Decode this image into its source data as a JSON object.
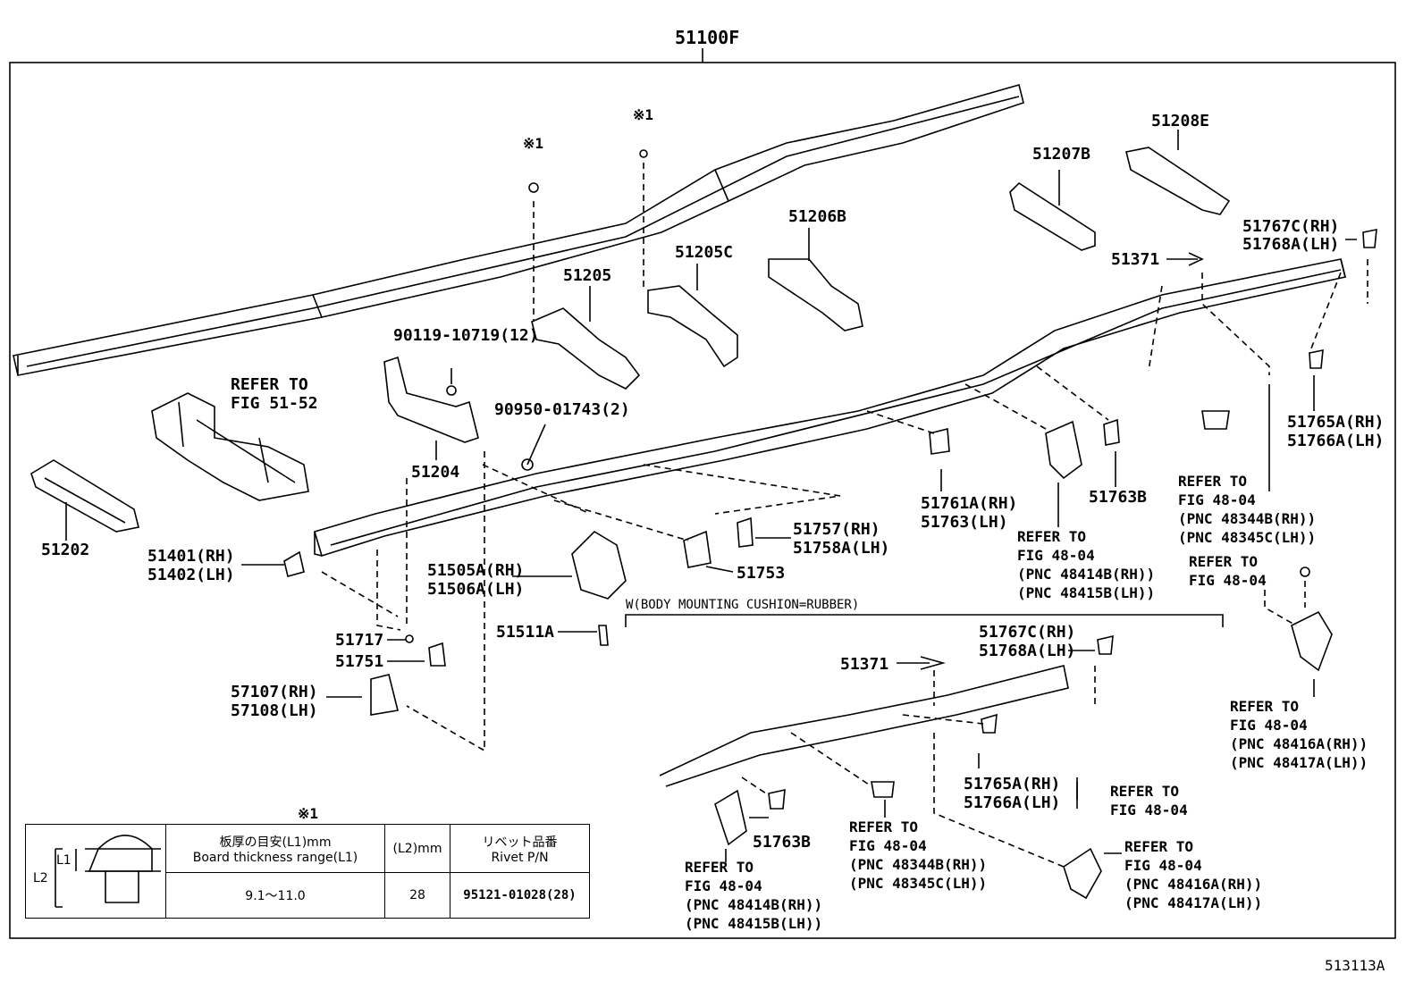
{
  "diagram": {
    "title_part": "51100F",
    "figure_code": "513113A",
    "rivet_mark": "※1",
    "parts": {
      "p51205": "51205",
      "p51205C": "51205C",
      "p51206B": "51206B",
      "p51207B": "51207B",
      "p51208E": "51208E",
      "p51767C_rh": "51767C(RH)",
      "p51768A_lh": "51768A(LH)",
      "p51371": "51371",
      "p90119": "90119-10719(12)",
      "p90950": "90950-01743(2)",
      "p51204": "51204",
      "p51202": "51202",
      "p51401": "51401(RH)",
      "p51402": "51402(LH)",
      "p51505A": "51505A(RH)",
      "p51506A": "51506A(LH)",
      "p51511A": "51511A",
      "p51717": "51717",
      "p51751": "51751",
      "p57107": "57107(RH)",
      "p57108": "57108(LH)",
      "p51753": "51753",
      "p51757": "51757(RH)",
      "p51758A": "51758A(LH)",
      "p51761A": "51761A(RH)",
      "p51763_lh": "51763(LH)",
      "p51763B": "51763B",
      "p51765A": "51765A(RH)",
      "p51766A": "51766A(LH)"
    },
    "refers": {
      "refer_to": "REFER TO",
      "fig_51_52": "FIG 51-52",
      "fig_48_04": "FIG 48-04",
      "pnc_48344B": "(PNC 48344B(RH))",
      "pnc_48345C": "(PNC 48345C(LH))",
      "pnc_48414B": "(PNC 48414B(RH))",
      "pnc_48415B": "(PNC 48415B(LH))",
      "pnc_48416A": "(PNC 48416A(RH))",
      "pnc_48417A": "(PNC 48417A(LH))"
    },
    "w_note": "W(BODY MOUNTING CUSHION=RUBBER)"
  },
  "rivet_table": {
    "header_thickness_jp": "板厚の目安(L1)mm",
    "header_thickness_en": "Board thickness range(L1)",
    "header_l2": "(L2)mm",
    "header_rivet_jp": "リベット品番",
    "header_rivet_en": "Rivet P/N",
    "thickness_value": "9.1～11.0",
    "l2_value": "28",
    "rivet_value": "95121-01028(28)",
    "dim_l1": "L1",
    "dim_l2": "L2"
  }
}
